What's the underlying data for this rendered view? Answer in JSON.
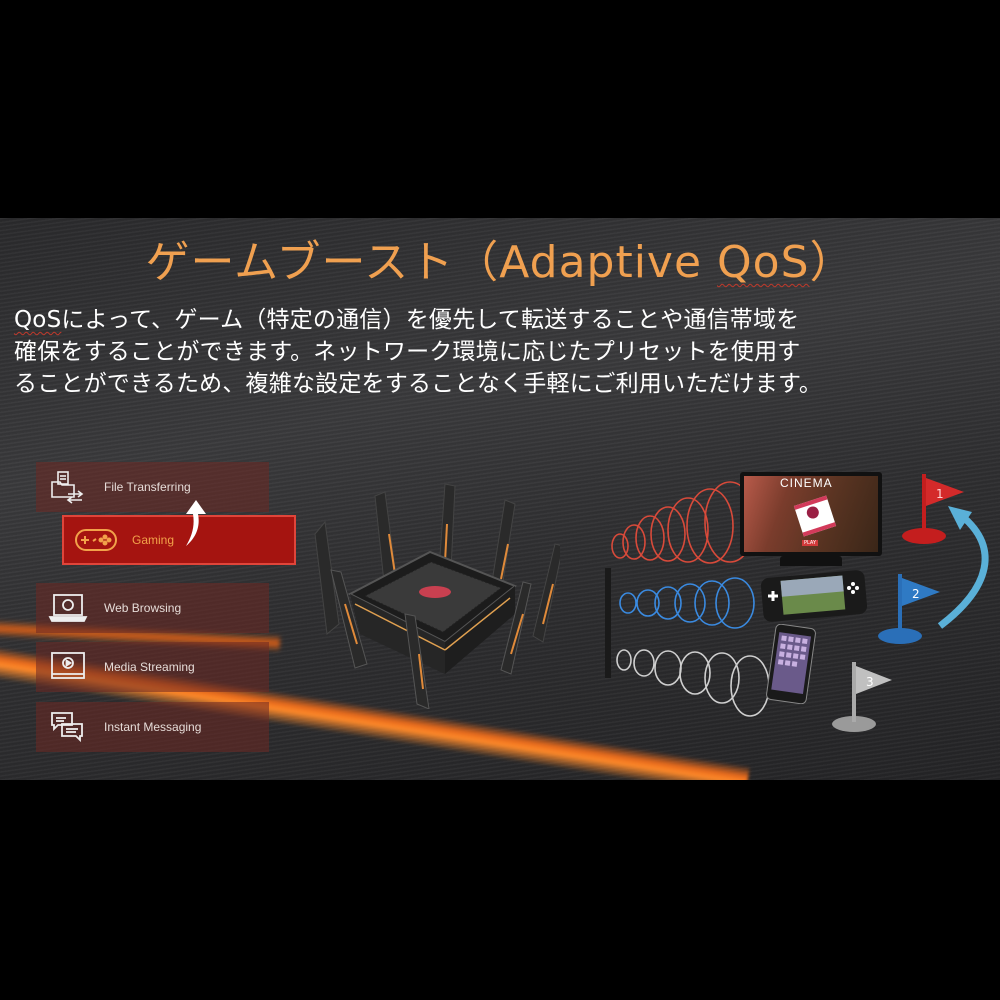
{
  "slide": {
    "title_prefix": "ゲームブースト（Adaptive ",
    "title_qos": "QoS",
    "title_suffix": "）",
    "description_qos": "QoS",
    "description_rest": "によって、ゲーム（特定の通信）を優先して転送することや通信帯域を確保をすることができます。ネットワーク環境に応じたプリセットを使用することができるため、複雑な設定をすることなく手軽にご利用いただけます。",
    "description_lines": [
      "QoSによって、ゲーム（特定の通信）を優先して転送することや通信帯域を",
      "確保をすることができます。ネットワーク環境に応じたプリセットを使用す",
      "ることができるため、複雑な設定をすることなく手軽にご利用いただけます。"
    ]
  },
  "categories": [
    {
      "label": "File Transferring",
      "icon": "file-transfer-icon"
    },
    {
      "label": "Gaming",
      "icon": "gamepad-icon",
      "highlighted": true
    },
    {
      "label": "Web Browsing",
      "icon": "laptop-globe-icon"
    },
    {
      "label": "Media Streaming",
      "icon": "monitor-play-icon"
    },
    {
      "label": "Instant Messaging",
      "icon": "chat-bubbles-icon"
    }
  ],
  "devices": {
    "tv": {
      "screen_title": "CINEMA",
      "play_label": "PLAY"
    },
    "flags": [
      {
        "number": "1",
        "color": "#d42a2a"
      },
      {
        "number": "2",
        "color": "#2a6fb8"
      },
      {
        "number": "3",
        "color": "#b8b8b8"
      }
    ],
    "wave_colors": {
      "tv": "#d84a3a",
      "handheld": "#3a8ae0",
      "phone": "#cfcfcf"
    }
  },
  "colors": {
    "title": "#f0a050",
    "gaming_bg": "#a51410",
    "gaming_text": "#f2a24a",
    "stripe": "#e6691c"
  }
}
